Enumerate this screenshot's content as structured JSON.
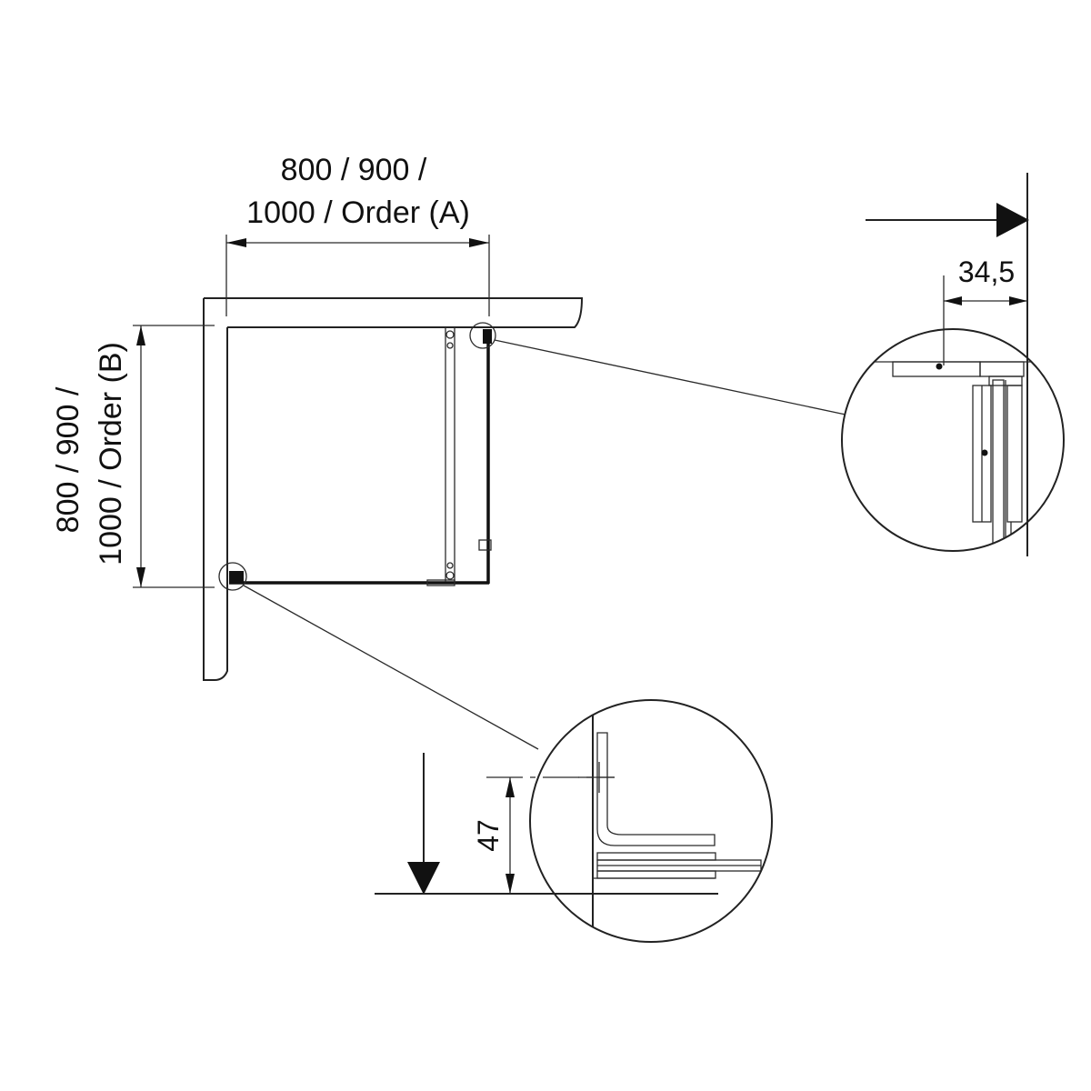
{
  "dimensions": {
    "width_line1": "800 / 900 /",
    "width_line2": "1000 / Order (A)",
    "depth_line1": "800 / 900 /",
    "depth_line2": "1000 / Order (B)",
    "detail_top_offset": "34,5",
    "detail_bottom_offset": "47"
  },
  "colors": {
    "line": "#111111",
    "background": "#ffffff"
  }
}
